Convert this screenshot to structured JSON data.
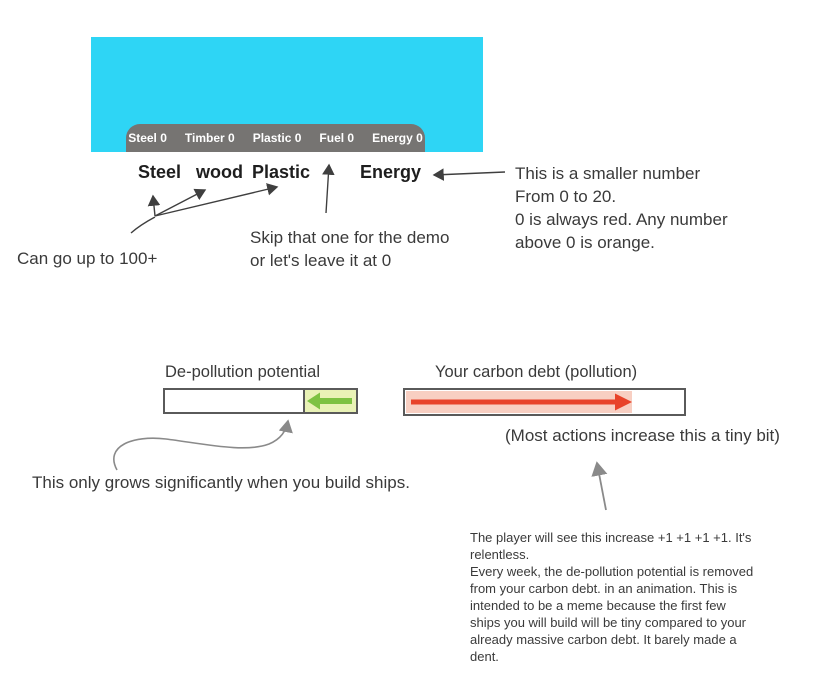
{
  "game_preview": {
    "hud_resources": [
      {
        "name": "Steel",
        "value": "0",
        "display": "Steel 0"
      },
      {
        "name": "Timber",
        "value": "0",
        "display": "Timber 0"
      },
      {
        "name": "Plastic",
        "value": "0",
        "display": "Plastic 0"
      },
      {
        "name": "Fuel",
        "value": "0",
        "display": "Fuel 0"
      },
      {
        "name": "Energy",
        "value": "0",
        "display": "Energy 0"
      }
    ]
  },
  "resource_row": {
    "steel": "Steel",
    "wood": "wood",
    "plastic": "Plastic",
    "energy": "Energy"
  },
  "annotations": {
    "can_go_up": "Can go up to 100+",
    "skip_fuel": "Skip that one for the demo\n or let's leave it at 0",
    "energy_note": "This is a smaller number\nFrom 0 to 20.\n0 is always red. Any number\nabove 0 is orange.",
    "grows_with_ships": "This only grows significantly when you build ships.",
    "most_actions": "(Most actions increase this a tiny bit)",
    "carbon_debt_explainer": "The player will see this increase +1 +1 +1 +1. It's\nrelentless.\nEvery week, the de-pollution potential is removed\nfrom your carbon debt. in an animation. This is\nintended to be a meme because the first few\nships you will build will be tiny compared to your\nalready massive carbon debt. It barely made a\ndent."
  },
  "bars": {
    "depollution": {
      "label": "De-pollution potential",
      "fill_direction": "left"
    },
    "carbon_debt": {
      "label": "Your carbon debt (pollution)",
      "fill_direction": "right",
      "fill_percent": 81
    }
  },
  "colors": {
    "game_bg_cyan": "#2ed5f5",
    "hud_pill_gray": "#767472",
    "hud_text": "#ffffff",
    "bar_border": "#5a5a5a",
    "depollution_fill": "#e9f2b6",
    "depollution_arrow_green": "#7dc242",
    "carbon_fill": "#f8cfc2",
    "carbon_arrow_red": "#e8432a",
    "annotation_dark": "#3f3f3f",
    "annotation_gray": "#8a8a8a",
    "body_text": "#3a3a3a"
  }
}
